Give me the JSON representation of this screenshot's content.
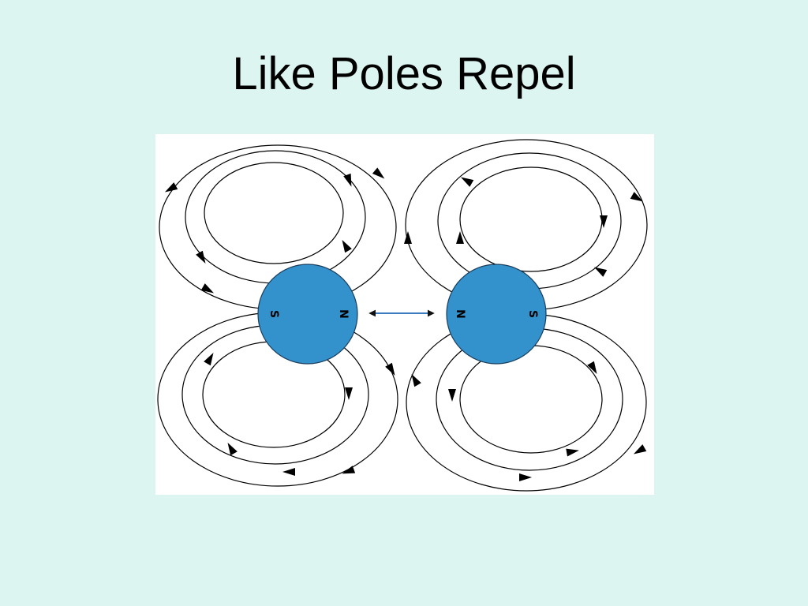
{
  "slide": {
    "title": "Like Poles Repel",
    "background_color": "#dcf5f0"
  },
  "diagram": {
    "magnet_color": "#3392cc",
    "line_color": "#000000",
    "repel_arrow_color": "#3a7abf",
    "left_magnet": {
      "left_pole": "S",
      "right_pole": "N"
    },
    "right_magnet": {
      "left_pole": "N",
      "right_pole": "S"
    }
  }
}
